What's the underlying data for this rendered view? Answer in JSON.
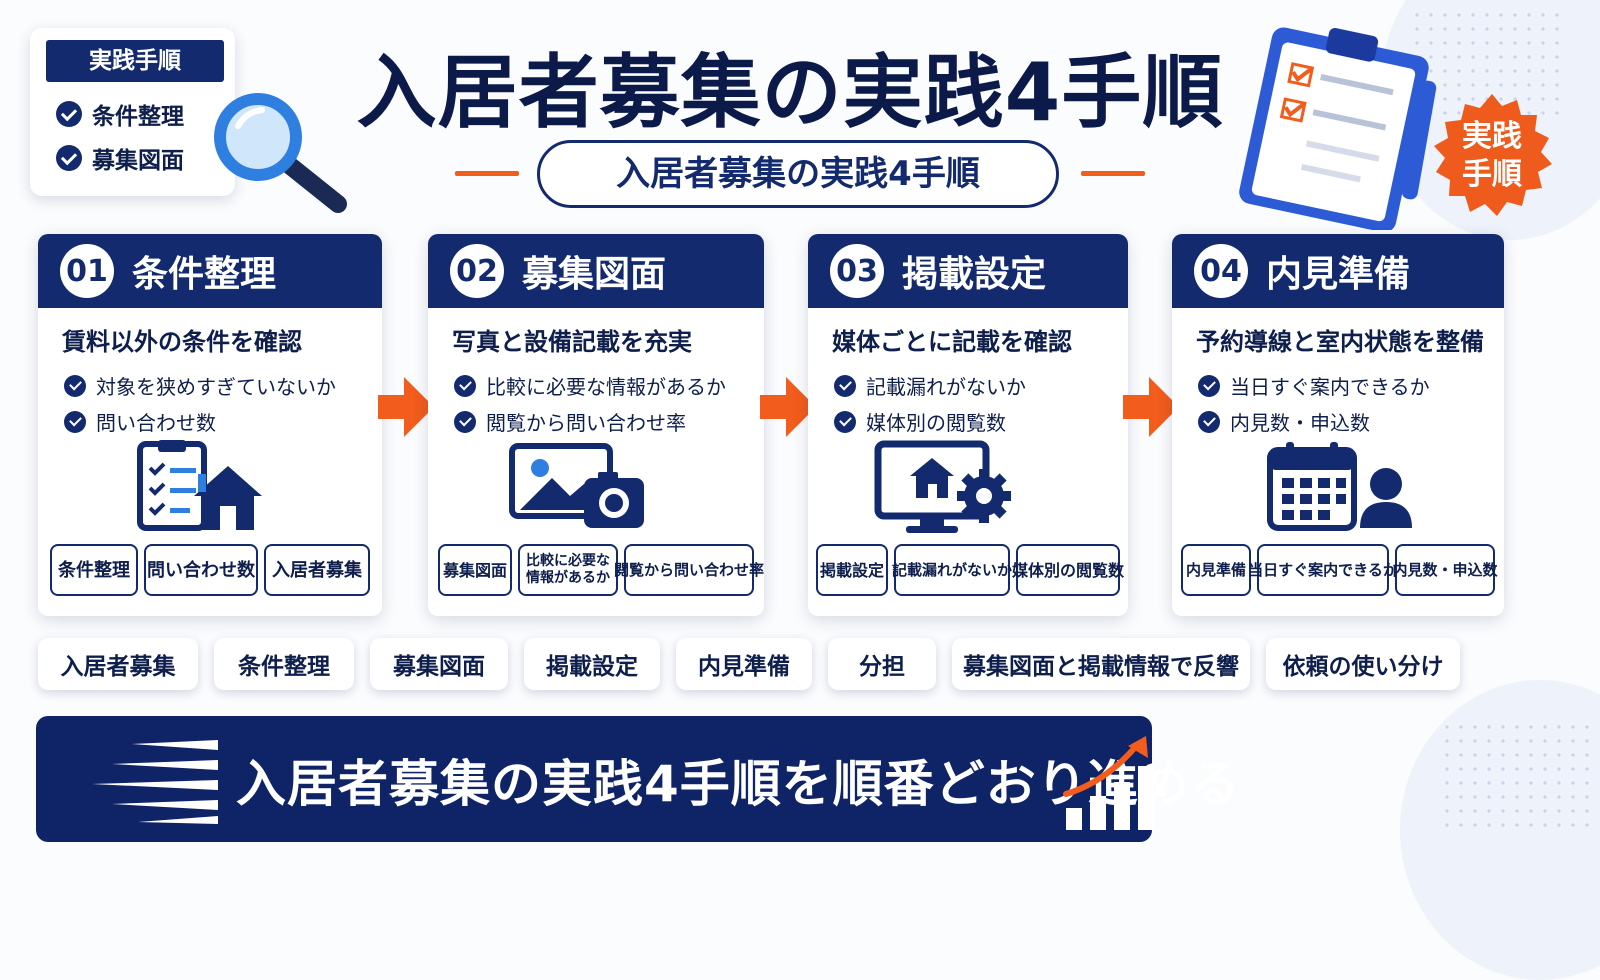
{
  "badge": {
    "heading": "実践手順",
    "items": [
      "条件整理",
      "募集図面"
    ]
  },
  "title": "入居者募集の実践4手順",
  "subtitle": "入居者募集の実践4手順",
  "stamp": {
    "line1": "実践",
    "line2": "手順"
  },
  "steps": [
    {
      "number": "01",
      "title": "条件整理",
      "subtitle": "賃料以外の条件を確認",
      "bullets": [
        "対象を狭めすぎていないか",
        "問い合わせ数"
      ],
      "tags": [
        "条件整理",
        "問い合わせ数",
        "入居者募集"
      ]
    },
    {
      "number": "02",
      "title": "募集図面",
      "subtitle": "写真と設備記載を充実",
      "bullets": [
        "比較に必要な情報があるか",
        "閲覧から問い合わせ率"
      ],
      "tags": [
        "募集図面",
        "比較に必要な\n情報があるか",
        "閲覧から問い合わせ率"
      ]
    },
    {
      "number": "03",
      "title": "掲載設定",
      "subtitle": "媒体ごとに記載を確認",
      "bullets": [
        "記載漏れがないか",
        "媒体別の閲覧数"
      ],
      "tags": [
        "掲載設定",
        "記載漏れがないか",
        "媒体別の閲覧数"
      ]
    },
    {
      "number": "04",
      "title": "内見準備",
      "subtitle": "予約導線と室内状態を整備",
      "bullets": [
        "当日すぐ案内できるか",
        "内見数・申込数"
      ],
      "tags": [
        "内見準備",
        "当日すぐ案内できるか",
        "内見数・申込数"
      ]
    }
  ],
  "chips": [
    "入居者募集",
    "条件整理",
    "募集図面",
    "掲載設定",
    "内見準備",
    "分担",
    "募集図面と掲載情報で反響",
    "依頼の使い分け"
  ],
  "banner": "入居者募集の実践4手順を順番どおり進める",
  "colors": {
    "navy": "#142a6e",
    "accent": "#f25c1c",
    "background": "#fbfcfe"
  },
  "icons": [
    "check-icon",
    "magnifier-icon",
    "clipboard-icon",
    "checklist-house-icon",
    "photo-camera-icon",
    "monitor-gear-icon",
    "calendar-person-icon",
    "arrow-right-icon",
    "speed-lines-icon",
    "growth-chart-icon"
  ]
}
